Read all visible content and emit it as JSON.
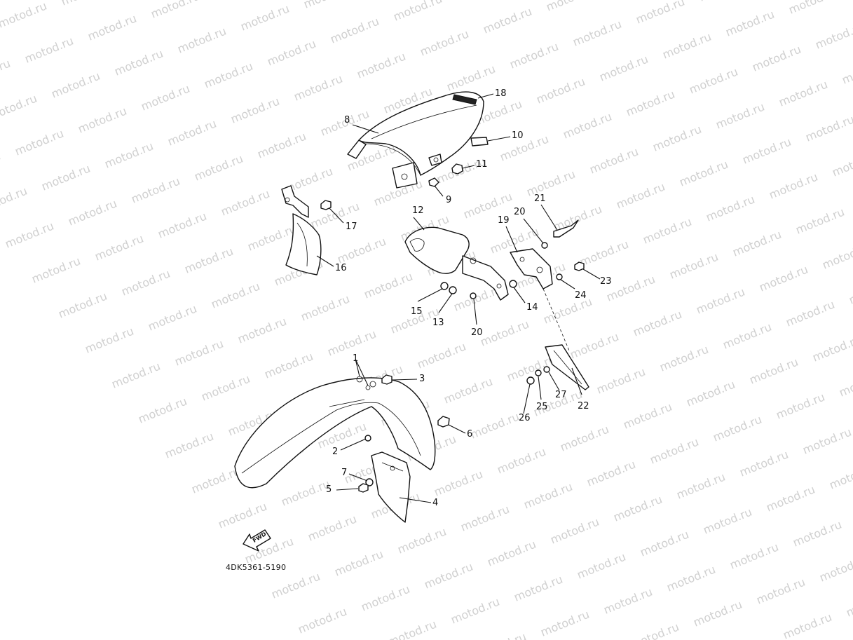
{
  "watermark": {
    "text": "motod.ru",
    "color": "#d0d0d0"
  },
  "diagram": {
    "part_code": "4DK5361-5190",
    "fwd_label": "FWD",
    "callouts": [
      {
        "id": "c1",
        "label": "1"
      },
      {
        "id": "c2",
        "label": "2"
      },
      {
        "id": "c3",
        "label": "3"
      },
      {
        "id": "c4",
        "label": "4"
      },
      {
        "id": "c5",
        "label": "5"
      },
      {
        "id": "c6",
        "label": "6"
      },
      {
        "id": "c7",
        "label": "7"
      },
      {
        "id": "c8",
        "label": "8"
      },
      {
        "id": "c9",
        "label": "9"
      },
      {
        "id": "c10",
        "label": "10"
      },
      {
        "id": "c11",
        "label": "11"
      },
      {
        "id": "c12",
        "label": "12"
      },
      {
        "id": "c13",
        "label": "13"
      },
      {
        "id": "c14",
        "label": "14"
      },
      {
        "id": "c15",
        "label": "15"
      },
      {
        "id": "c16",
        "label": "16"
      },
      {
        "id": "c17",
        "label": "17"
      },
      {
        "id": "c18",
        "label": "18"
      },
      {
        "id": "c19",
        "label": "19"
      },
      {
        "id": "c20a",
        "label": "20"
      },
      {
        "id": "c20b",
        "label": "20"
      },
      {
        "id": "c21",
        "label": "21"
      },
      {
        "id": "c22",
        "label": "22"
      },
      {
        "id": "c23",
        "label": "23"
      },
      {
        "id": "c24",
        "label": "24"
      },
      {
        "id": "c25",
        "label": "25"
      },
      {
        "id": "c26",
        "label": "26"
      },
      {
        "id": "c27",
        "label": "27"
      }
    ]
  }
}
